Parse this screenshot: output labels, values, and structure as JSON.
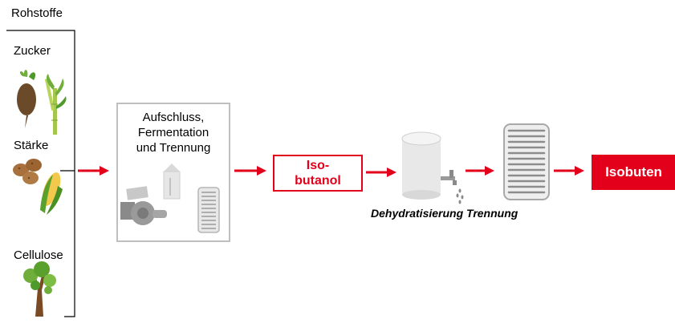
{
  "raw_materials": {
    "title": "Rohstoffe",
    "items": [
      {
        "label": "Zucker",
        "icons": [
          "sugar-beet-icon",
          "sugar-cane-icon"
        ]
      },
      {
        "label": "Stärke",
        "icons": [
          "potato-icon",
          "corn-icon"
        ]
      },
      {
        "label": "Cellulose",
        "icons": [
          "tree-icon"
        ]
      }
    ]
  },
  "process": {
    "lines": [
      "Aufschluss,",
      "Fermentation",
      "und Trennung"
    ],
    "icons": [
      "mill-icon",
      "fermenter-tank-icon",
      "heat-exchanger-icon"
    ]
  },
  "intermediate": {
    "line1": "Iso-",
    "line2": "butanol"
  },
  "steps_label": "Dehydratisierung Trennung",
  "product": {
    "label": "Isobuten"
  },
  "colors": {
    "accent": "#e3001b",
    "box_border": "#bfbfbf",
    "icon_gray": "#c8c8c8"
  }
}
